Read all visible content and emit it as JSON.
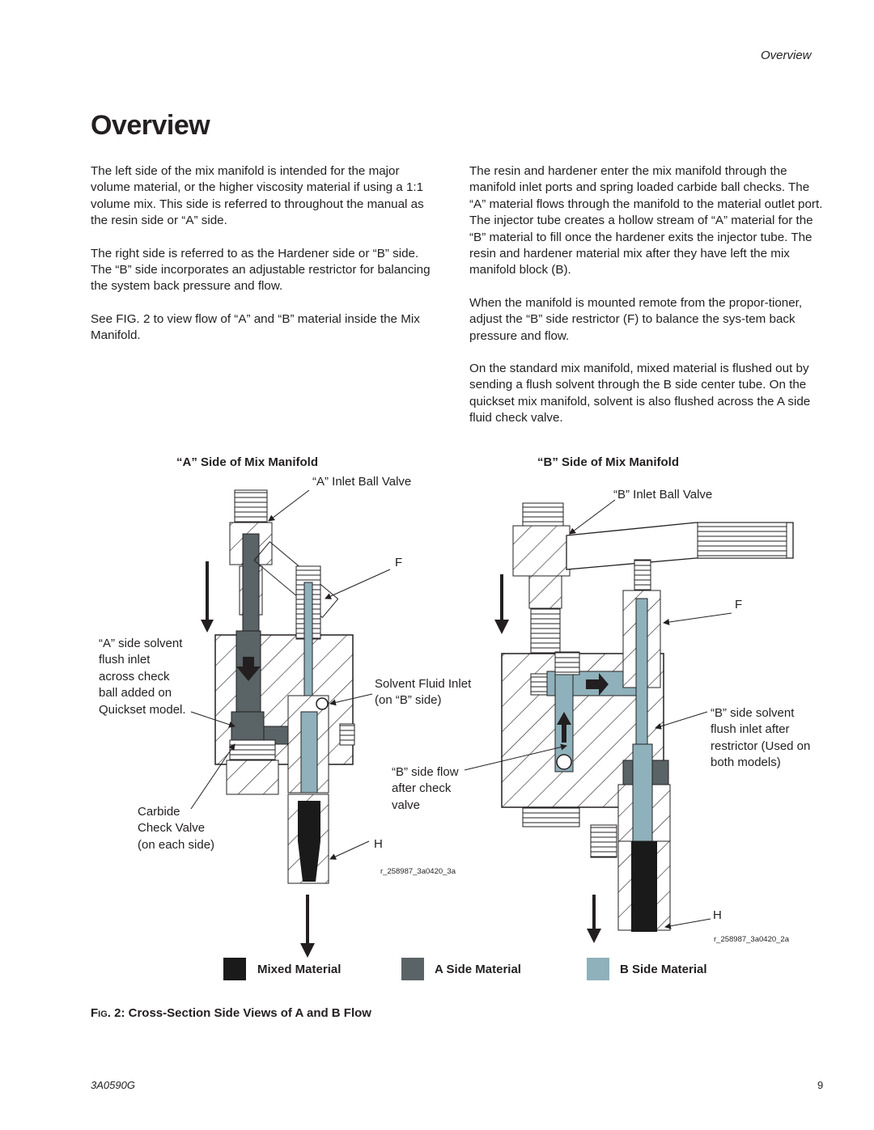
{
  "header": {
    "running_title": "Overview"
  },
  "page": {
    "title": "Overview"
  },
  "left_column": {
    "paragraphs": [
      "The left side of the mix manifold is intended for the major volume material, or the higher viscosity material if using a 1:1 volume mix. This side is referred to throughout the manual as the resin side or “A” side.",
      "The right side is referred to as the Hardener side or “B” side. The “B” side incorporates an adjustable restrictor for balancing the system back pressure and flow.",
      "See FIG. 2 to view flow of “A” and “B” material inside the Mix Manifold."
    ]
  },
  "right_column": {
    "paragraphs": [
      "The resin and hardener enter the mix manifold through the manifold inlet ports and spring loaded carbide ball checks. The “A” material flows through the manifold to the material outlet port. The injector tube creates a hollow stream of “A” material for the “B” material to fill once the hardener exits the injector tube. The resin and hardener material mix after they have left the mix manifold block (B).",
      "When the manifold is mounted remote from the propor-tioner, adjust the “B” side restrictor (F) to balance the sys-tem back pressure and flow.",
      "On the standard mix manifold, mixed material is flushed out by sending a flush solvent through the B side center tube. On the quickset mix manifold, solvent is also flushed across the A side fluid check valve."
    ]
  },
  "figure": {
    "a_side": {
      "heading": "“A” Side of Mix Manifold",
      "inlet_ball_valve": "“A” Inlet Ball Valve",
      "label_f": "F",
      "solvent_note": [
        "“A” side solvent",
        "flush inlet",
        "across check",
        "ball added on",
        "Quickset model."
      ],
      "solvent_fluid_inlet": [
        "Solvent Fluid Inlet",
        "(on “B” side)"
      ],
      "b_side_flow": [
        "“B” side flow",
        "after check",
        "valve"
      ],
      "carbide": [
        "Carbide",
        "Check Valve",
        "(on each side)"
      ],
      "label_h": "H",
      "image_code": "r_258987_3a0420_3a"
    },
    "b_side": {
      "heading": "“B” Side of Mix Manifold",
      "inlet_ball_valve": "“B” Inlet Ball Valve",
      "label_f": "F",
      "solvent_note": [
        "“B” side solvent",
        "flush inlet after",
        "restrictor (Used on",
        "both models)"
      ],
      "label_h": "H",
      "image_code": "r_258987_3a0420_2a"
    },
    "legend": [
      {
        "label": "Mixed Material",
        "color": "#1a1a1a"
      },
      {
        "label": "A Side Material",
        "color": "#5a6366"
      },
      {
        "label": "B Side Material",
        "color": "#8fb1bb"
      }
    ],
    "caption_prefix": "F",
    "caption_smallcaps": "IG",
    "caption_rest": ". 2: Cross-Section Side Views of A and B Flow"
  },
  "footer": {
    "doc_number": "3A0590G",
    "page_number": "9"
  }
}
